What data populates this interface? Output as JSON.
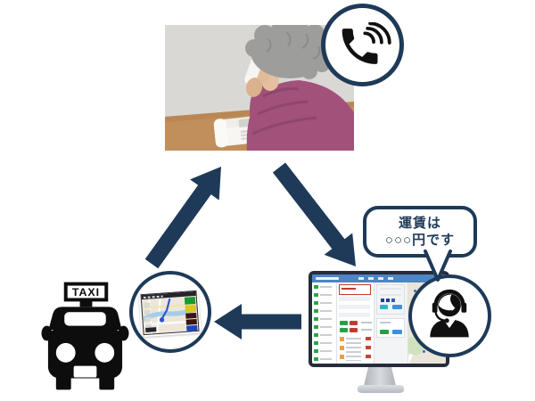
{
  "palette": {
    "navy": "#1f3a58",
    "icon_black": "#101010",
    "taxi_black": "#0d0d0d",
    "monitor_header_blue": "#4d85c6",
    "map_marker_blue": "#2e6fd0",
    "success_green": "#27a045",
    "alert_red": "#c4392f"
  },
  "nodes": {
    "customer_photo": {
      "icon": "elderly-caller-photo"
    },
    "phone_badge": {
      "icon": "phone-call-icon"
    },
    "speech_bubble": {
      "line1": "運賃は",
      "line2": "○○○円です"
    },
    "operator_badge": {
      "icon": "operator-headset-icon"
    },
    "dispatch_monitor": {
      "icon": "dispatch-system-screen"
    },
    "taxi": {
      "icon": "taxi-icon",
      "sign_label": "TAXI"
    },
    "navigation_badge": {
      "icon": "car-navigation-icon"
    }
  },
  "arrows": [
    {
      "from": "taxi",
      "to": "customer_photo",
      "direction": "up-right"
    },
    {
      "from": "customer_photo",
      "to": "dispatch_monitor",
      "direction": "down-right"
    },
    {
      "from": "dispatch_monitor",
      "to": "navigation_badge",
      "direction": "left"
    }
  ]
}
